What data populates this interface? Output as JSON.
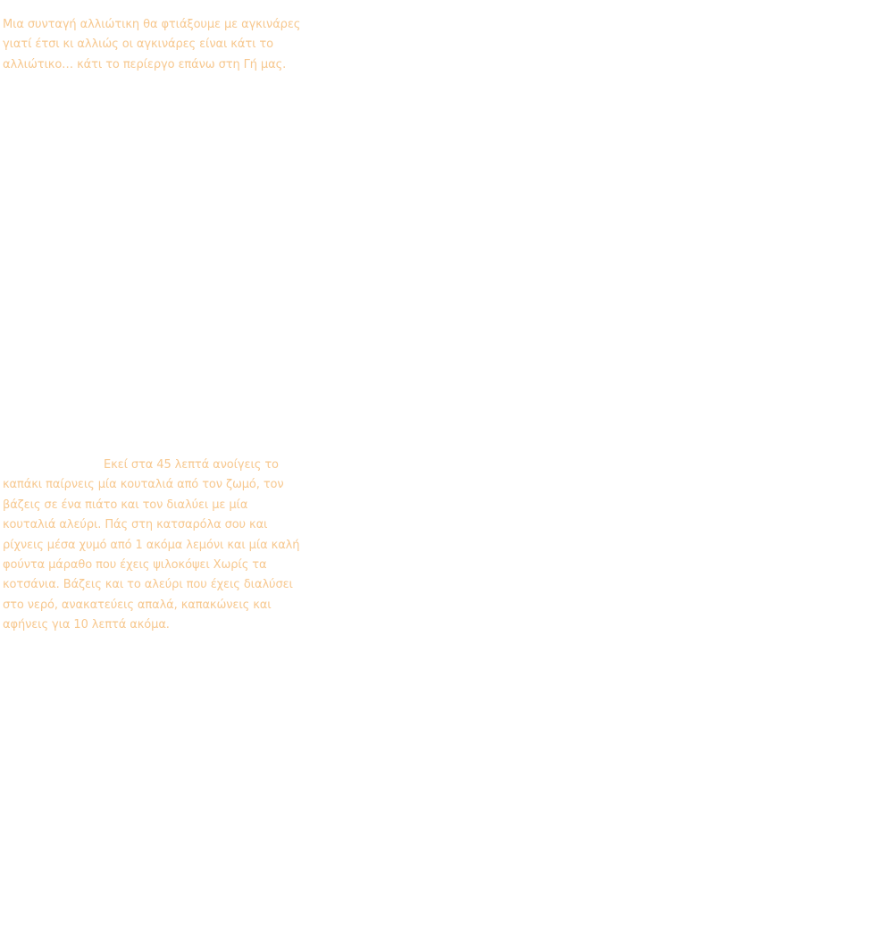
{
  "intro": {
    "lines": [
      "Μια συνταγή αλλιώτικη θα φτιάξουμε με αγκινάρες",
      "γιατί έτσι κι αλλιώς οι αγκινάρες είναι κάτι το",
      "αλλιώτικο… κάτι το περίεργο επάνω στη Γή μας."
    ]
  },
  "step": {
    "lines": [
      "Εκεί στα 45 λεπτά ανοίγεις το",
      "καπάκι παίρνεις μία κουταλιά από τον ζωμό, τον",
      "βάζεις σε ένα πιάτο και τον διαλύει με μία",
      "κουταλιά αλεύρι. Πάς στη κατσαρόλα σου και",
      "ρίχνεις μέσα χυμό από 1 ακόμα λεμόνι και μία καλή",
      "φούντα μάραθο που έχεις ψιλοκόψει Χωρίς τα",
      "κοτσάνια. Βάζεις και το αλεύρι που έχεις διαλύσει",
      "στο νερό, ανακατεύεις απαλά, καπακώνεις και",
      "αφήνεις για 10 λεπτά ακόμα."
    ]
  },
  "colors": {
    "text": "#f7c88f",
    "background": "#ffffff"
  }
}
